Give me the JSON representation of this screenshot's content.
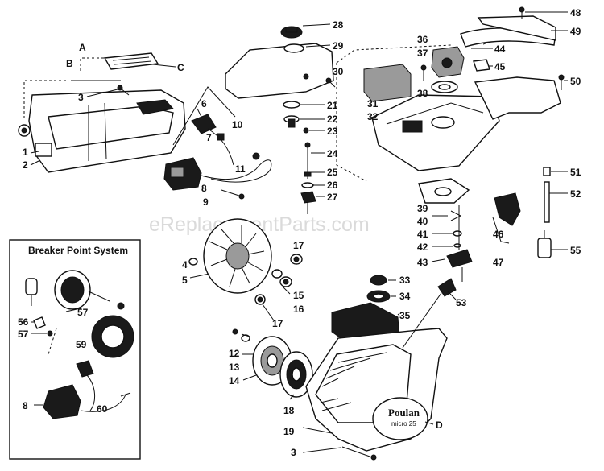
{
  "diagram": {
    "watermark": "eReplacementParts.com",
    "inset_title": "Breaker Point System",
    "brand_logo": "Poulan",
    "model_badge": "micro 25",
    "labels": {
      "A": "A",
      "B": "B",
      "C": "C",
      "D": "D",
      "n1": "1",
      "n2": "2",
      "n3a": "3",
      "n3b": "3",
      "n4": "4",
      "n5": "5",
      "n6": "6",
      "n7": "7",
      "n8a": "8",
      "n8b": "8",
      "n9": "9",
      "n10": "10",
      "n11": "11",
      "n12": "12",
      "n13": "13",
      "n14": "14",
      "n15": "15",
      "n16": "16",
      "n17a": "17",
      "n17b": "17",
      "n18": "18",
      "n19": "19",
      "n21": "21",
      "n22": "22",
      "n23": "23",
      "n24": "24",
      "n25": "25",
      "n26": "26",
      "n27": "27",
      "n28": "28",
      "n29": "29",
      "n30": "30",
      "n31": "31",
      "n32": "32",
      "n33": "33",
      "n34": "34",
      "n35": "35",
      "n36": "36",
      "n37": "37",
      "n38": "38",
      "n39": "39",
      "n40": "40",
      "n41": "41",
      "n42": "42",
      "n43": "43",
      "n44": "44",
      "n45": "45",
      "n46": "46",
      "n47": "47",
      "n48": "48",
      "n49": "49",
      "n50": "50",
      "n51": "51",
      "n52": "52",
      "n53": "53",
      "n55": "55",
      "n56": "56",
      "n57a": "57",
      "n57b": "57",
      "n59": "59",
      "n60": "60"
    }
  }
}
